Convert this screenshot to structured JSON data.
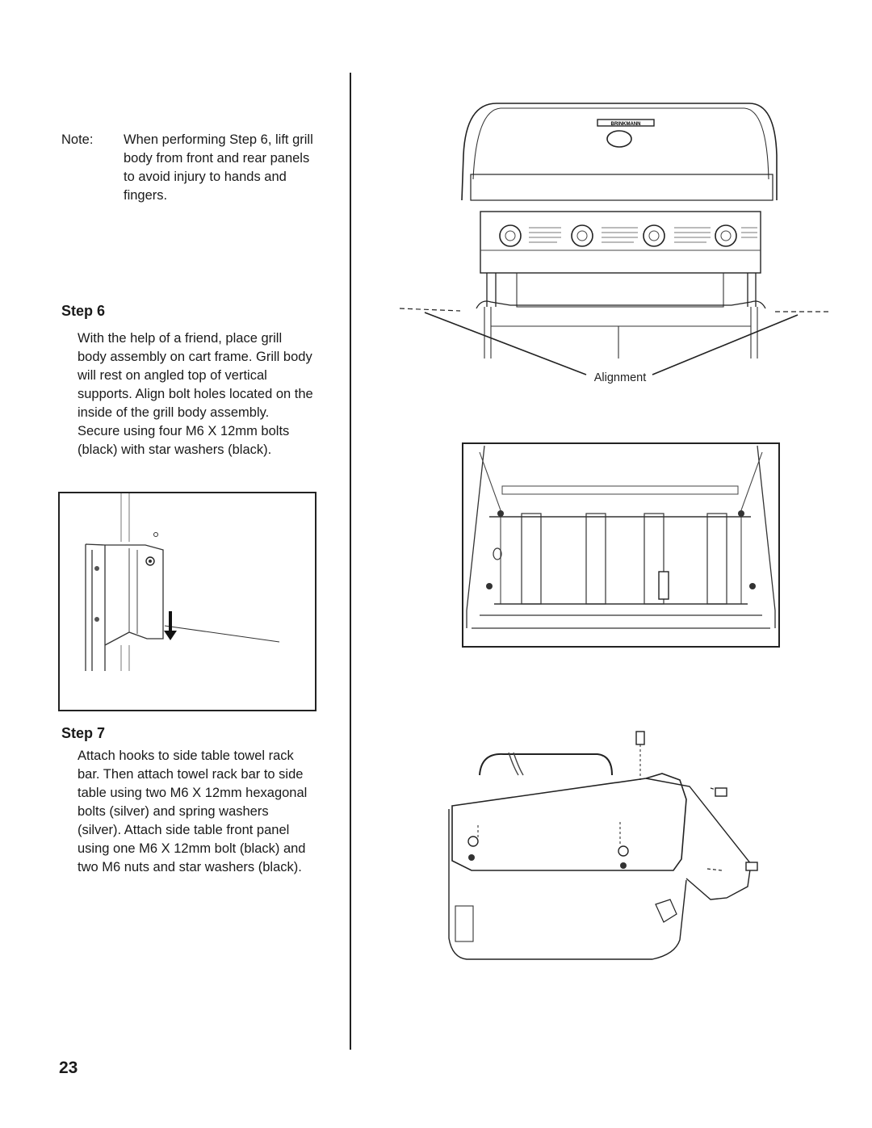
{
  "note": {
    "label": "Note:",
    "text": "When performing Step 6, lift grill body from front and rear panels to avoid injury to hands and fingers."
  },
  "step6": {
    "heading": "Step 6",
    "body": "With the help of a friend, place grill body assembly on cart frame. Grill body will rest on angled top of vertical supports. Align bolt holes located on the inside of the grill body assembly. Secure using four M6 X 12mm bolts (black) with star washers (black)."
  },
  "step7": {
    "heading": "Step 7",
    "body": "Attach hooks to side table towel rack bar. Then attach towel rack bar to side table using two M6 X 12mm hexagonal bolts (silver) and spring washers (silver). Attach side table front panel using one M6 X 12mm bolt (black) and two M6 nuts and star washers (black)."
  },
  "figures": {
    "grill_front": {
      "brand_label": "BRINKMANN",
      "callout": "Alignment"
    }
  },
  "page_number": "23"
}
